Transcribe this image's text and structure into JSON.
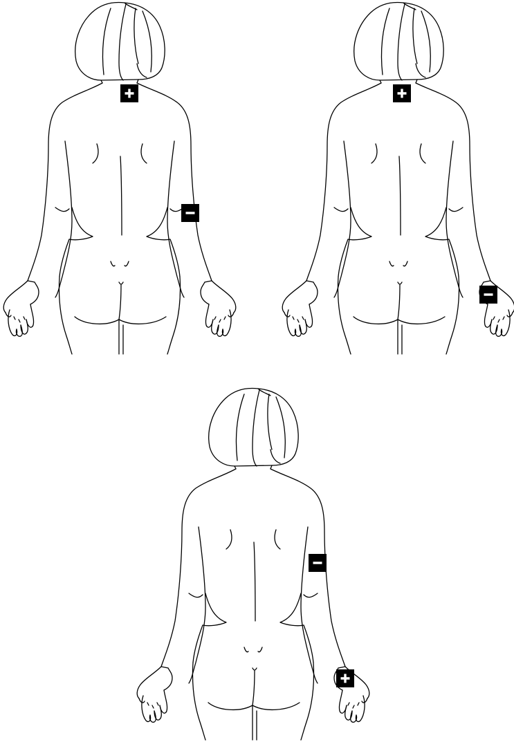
{
  "figures": [
    {
      "electrodes": [
        {
          "polarity": "positive",
          "site": "neck"
        },
        {
          "polarity": "negative",
          "site": "upper-arm"
        }
      ]
    },
    {
      "electrodes": [
        {
          "polarity": "positive",
          "site": "neck"
        },
        {
          "polarity": "negative",
          "site": "hand"
        }
      ]
    },
    {
      "electrodes": [
        {
          "polarity": "negative",
          "site": "upper-arm"
        },
        {
          "polarity": "positive",
          "site": "hand"
        }
      ]
    }
  ],
  "colors": {
    "line": "#000000",
    "background": "#ffffff",
    "electrode_fill": "#000000",
    "electrode_symbol": "#ffffff"
  },
  "icons": {
    "positive": "plus-icon",
    "negative": "minus-icon"
  }
}
